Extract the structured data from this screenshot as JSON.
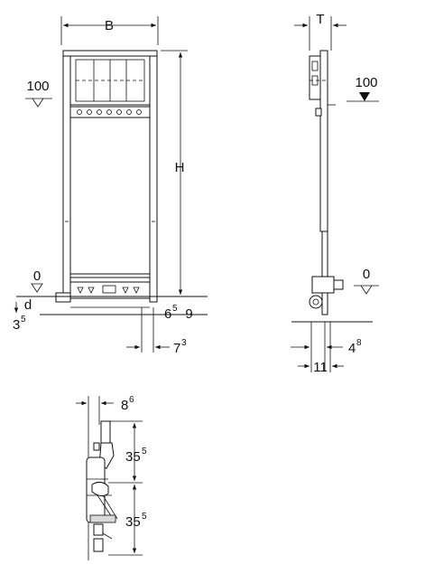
{
  "front_view": {
    "width_label": "B",
    "height_label": "H",
    "level_top": "100",
    "level_floor": "0",
    "pipe_label": "d",
    "offset_main": "3",
    "offset_sup": "5",
    "floor_range_main": "6",
    "floor_range_sup": "5",
    "floor_range_end": "–9",
    "foot_main": "7",
    "foot_sup": "3"
  },
  "side_view": {
    "depth_label": "T",
    "level_top": "100",
    "level_floor": "0",
    "foot_main": "4",
    "foot_sup": "8",
    "total_depth": "11"
  },
  "detail_view": {
    "offset_main": "8",
    "offset_sup": "6",
    "upper_main": "35",
    "upper_sup": "5",
    "lower_main": "35",
    "lower_sup": "5"
  }
}
